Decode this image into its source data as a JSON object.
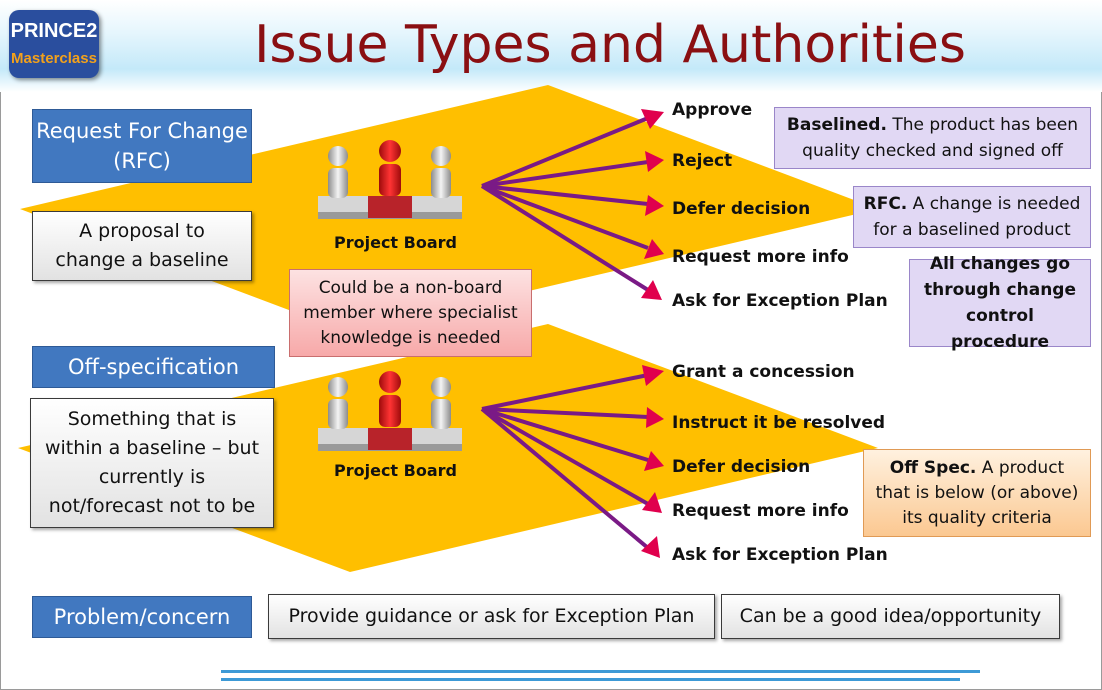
{
  "title": "Issue Types and Authorities",
  "logo": {
    "line1": "PRINCE2",
    "line2": "Masterclass"
  },
  "sections": {
    "rfc": {
      "type_label": "Request For Change (RFC)",
      "description": "A proposal to change a baseline",
      "board_label": "Project Board",
      "options": [
        "Approve",
        "Reject",
        "Defer decision",
        "Request more info",
        "Ask for Exception Plan"
      ]
    },
    "offspec": {
      "type_label": "Off-specification",
      "description": "Something that is within a baseline – but currently is not/forecast not to be",
      "board_label": "Project Board",
      "options": [
        "Grant a concession",
        "Instruct it be resolved",
        "Defer decision",
        "Request more info",
        "Ask for Exception Plan"
      ]
    },
    "problem": {
      "type_label": "Problem/concern",
      "action": "Provide guidance or ask for Exception Plan",
      "note": "Can be a good idea/opportunity"
    }
  },
  "callouts": {
    "non_board": "Could be a non-board member where specialist knowledge is needed",
    "baselined_title": "Baselined.",
    "baselined_text": "The product has been quality checked and signed off",
    "rfc_title": "RFC.",
    "rfc_text": "A change is needed for a baselined product",
    "change_control": "All changes go through change control procedure",
    "offspec_title": "Off Spec.",
    "offspec_text": "A product that is below (or above) its quality criteria"
  },
  "colors": {
    "title": "#8a0f12",
    "accent_blue": "#4178c0",
    "diamond": "#ffbf00",
    "arrow_start": "#2b2f9a",
    "arrow_end": "#e0004d"
  }
}
